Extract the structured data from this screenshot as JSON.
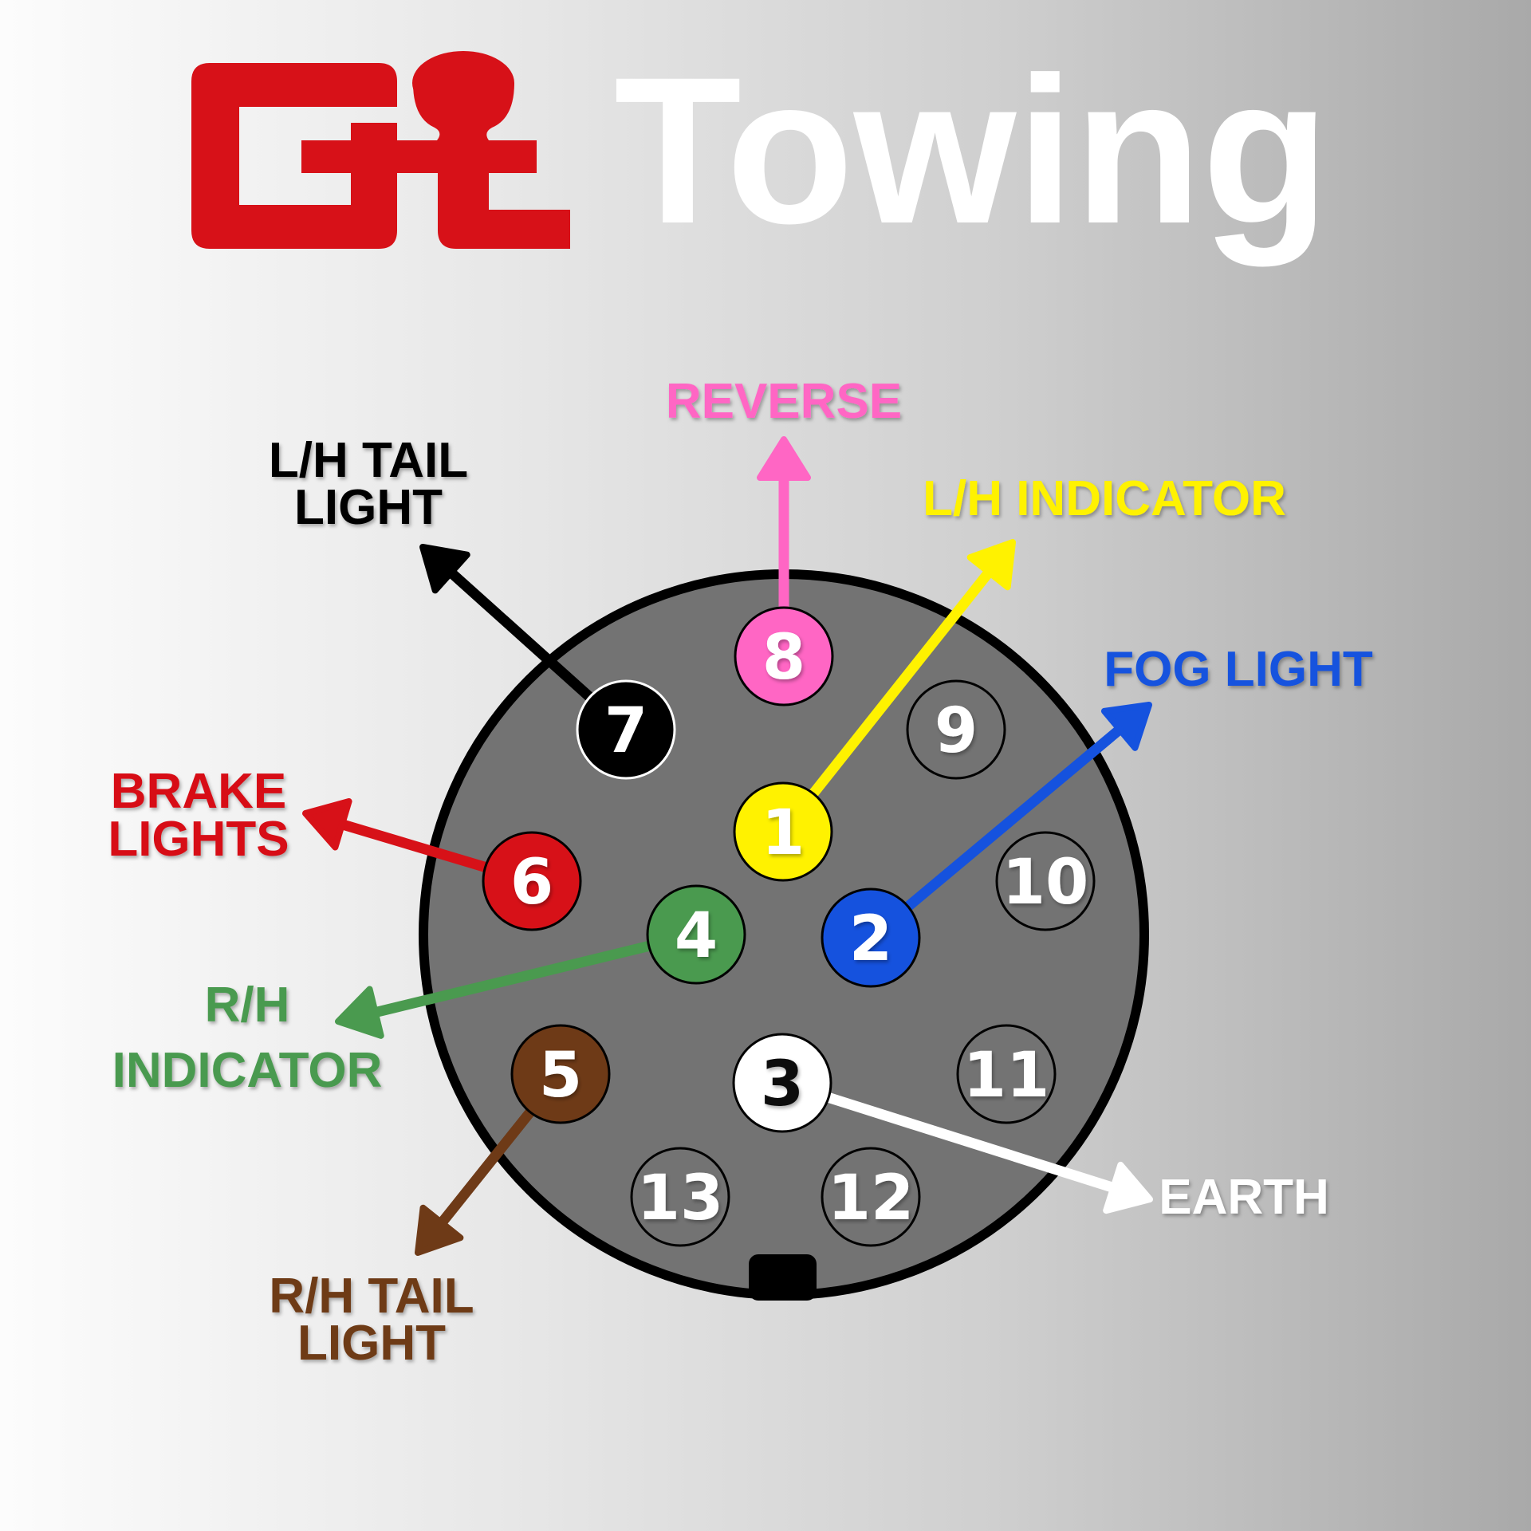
{
  "header": {
    "logo_text": "Gt",
    "title": "Towing",
    "brand_color": "#d71118"
  },
  "connector": {
    "body_color": "#737373",
    "pins": [
      {
        "number": "1",
        "color": "#fff200",
        "text_color": "#ffffff",
        "function": "L/H INDICATOR"
      },
      {
        "number": "2",
        "color": "#1552de",
        "text_color": "#ffffff",
        "function": "FOG LIGHT"
      },
      {
        "number": "3",
        "color": "#ffffff",
        "text_color": "#111111",
        "function": "EARTH"
      },
      {
        "number": "4",
        "color": "#4a9a4f",
        "text_color": "#ffffff",
        "function": "R/H INDICATOR"
      },
      {
        "number": "5",
        "color": "#6e3a17",
        "text_color": "#ffffff",
        "function": "R/H TAIL LIGHT"
      },
      {
        "number": "6",
        "color": "#d71118",
        "text_color": "#ffffff",
        "function": "BRAKE LIGHTS"
      },
      {
        "number": "7",
        "color": "#000000",
        "text_color": "#ffffff",
        "function": "L/H TAIL LIGHT"
      },
      {
        "number": "8",
        "color": "#ff66c4",
        "text_color": "#ffffff",
        "function": "REVERSE"
      },
      {
        "number": "9",
        "color": "none",
        "text_color": "#ffffff"
      },
      {
        "number": "10",
        "color": "none",
        "text_color": "#ffffff"
      },
      {
        "number": "11",
        "color": "none",
        "text_color": "#ffffff"
      },
      {
        "number": "12",
        "color": "none",
        "text_color": "#ffffff"
      },
      {
        "number": "13",
        "color": "none",
        "text_color": "#ffffff"
      }
    ]
  },
  "labels": {
    "reverse": {
      "lines": [
        "REVERSE"
      ],
      "color": "#ff66c4"
    },
    "lh_tail": {
      "lines": [
        "L/H TAIL",
        "LIGHT"
      ],
      "color": "#000000"
    },
    "lh_indicator": {
      "lines": [
        "L/H INDICATOR"
      ],
      "color": "#fff200"
    },
    "fog": {
      "lines": [
        "FOG LIGHT"
      ],
      "color": "#1552de"
    },
    "brake": {
      "lines": [
        "BRAKE",
        "LIGHTS"
      ],
      "color": "#d71118"
    },
    "rh_indicator": {
      "lines": [
        "R/H",
        "INDICATOR"
      ],
      "color": "#4a9a4f"
    },
    "rh_tail": {
      "lines": [
        "R/H TAIL",
        "LIGHT"
      ],
      "color": "#6e3a17"
    },
    "earth": {
      "lines": [
        "EARTH"
      ],
      "color": "#ffffff"
    }
  }
}
